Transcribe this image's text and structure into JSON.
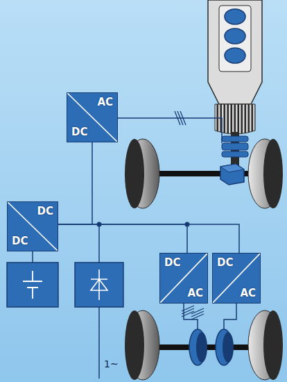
{
  "diagram": {
    "nodes": [
      {
        "text": [
          "AC",
          "DC"
        ]
      },
      {
        "text": [
          "DC",
          "DC"
        ]
      },
      {
        "text": [
          "DC",
          "AC"
        ]
      },
      {
        "text": [
          "DC",
          "AC"
        ]
      }
    ],
    "edges": [
      {
        "from": 1,
        "to": 0,
        "arrow": "none"
      },
      {
        "from": 1,
        "to": 2,
        "arrow": "none"
      },
      {
        "from": 1,
        "to": 3,
        "arrow": "none"
      }
    ],
    "labels": [
      "1~"
    ]
  }
}
